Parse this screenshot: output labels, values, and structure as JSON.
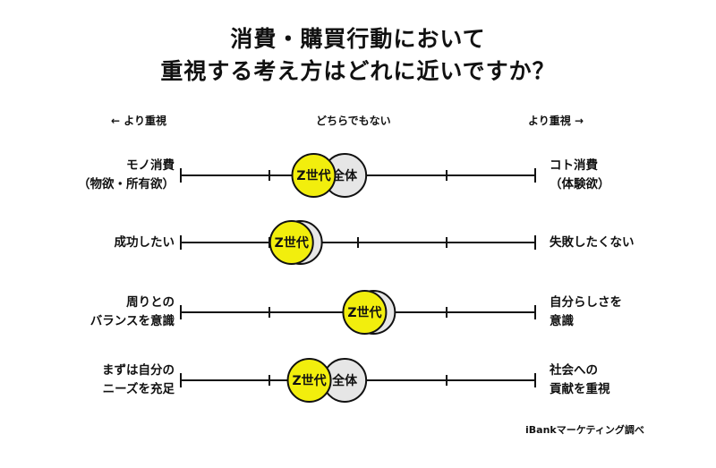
{
  "title_lines": [
    "消費・購買行動において",
    "重視する考え方はどれに近いですか？"
  ],
  "header": {
    "left": "←  より重視",
    "center": "どちらでもない",
    "right": "より重視  →"
  },
  "credit": "iBankマーケティング調べ",
  "colors": {
    "gen_z": "#f2ee0d",
    "overall": "#e6e6e6",
    "line": "#111111"
  },
  "chart_data": {
    "type": "scatter",
    "rows": [
      {
        "left_label": [
          "モノ消費",
          "（物欲・所有欲）"
        ],
        "right_label": [
          "コト消費",
          "（体験欲）"
        ],
        "overall_label": "全体",
        "genz_label": "Z世代",
        "overall_value": -0.3,
        "genz_value": -1.0
      },
      {
        "left_label": [
          "成功したい"
        ],
        "right_label": [
          "失敗したくない"
        ],
        "overall_label": "",
        "genz_label": "Z世代",
        "overall_value": -1.3,
        "genz_value": -1.5
      },
      {
        "left_label": [
          "周りとの",
          "バランスを意識"
        ],
        "right_label": [
          "自分らしさを",
          "意識"
        ],
        "overall_label": "",
        "genz_label": "Z世代",
        "overall_value": 0.35,
        "genz_value": 0.15
      },
      {
        "left_label": [
          "まずは自分の",
          "ニーズを充足"
        ],
        "right_label": [
          "社会への",
          "貢献を重視"
        ],
        "overall_label": "全体",
        "genz_label": "Z世代",
        "overall_value": -0.3,
        "genz_value": -1.1
      }
    ],
    "scale_min": -4,
    "scale_max": 4,
    "tick_values": [
      -2,
      0,
      2
    ]
  }
}
